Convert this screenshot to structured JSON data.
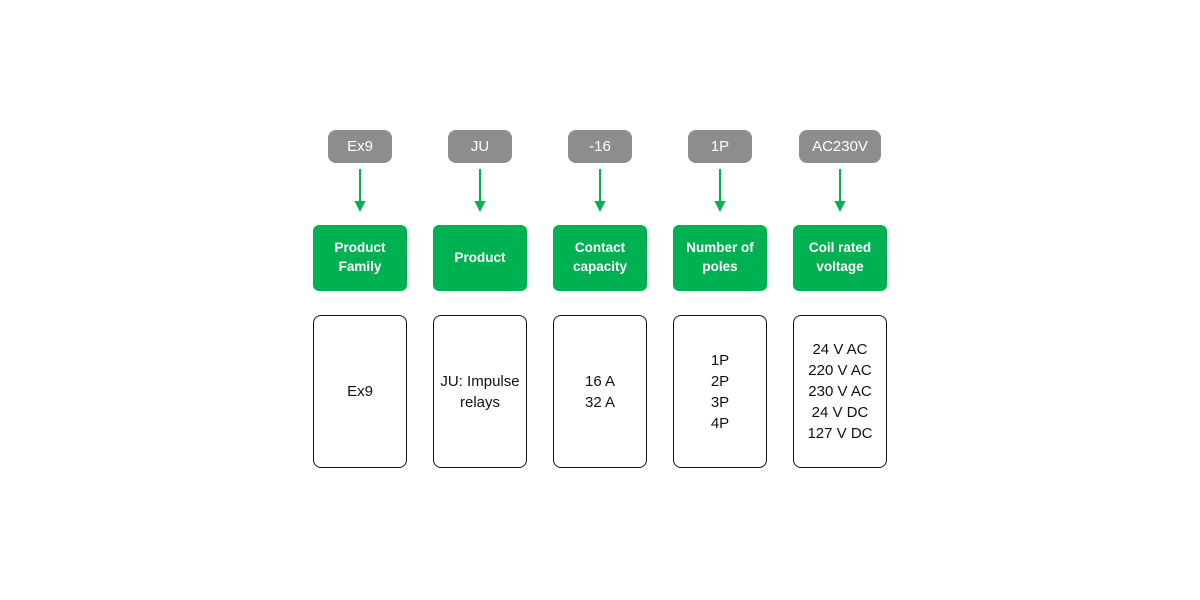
{
  "colors": {
    "accent_green": "#00b152",
    "badge_gray": "#8d8d8d",
    "box_border": "#111111",
    "background": "#ffffff"
  },
  "columns": [
    {
      "code": "Ex9",
      "label": "Product Family",
      "options": [
        "Ex9"
      ]
    },
    {
      "code": "JU",
      "label": "Product",
      "options": [
        "JU: Impulse relays"
      ]
    },
    {
      "code": "-16",
      "label": "Contact capacity",
      "options": [
        "16 A",
        "32 A"
      ]
    },
    {
      "code": "1P",
      "label": "Number of poles",
      "options": [
        "1P",
        "2P",
        "3P",
        "4P"
      ]
    },
    {
      "code": "AC230V",
      "label": "Coil rated voltage",
      "options": [
        "24 V AC",
        "220 V AC",
        "230 V AC",
        "24 V DC",
        "127 V DC"
      ]
    }
  ]
}
